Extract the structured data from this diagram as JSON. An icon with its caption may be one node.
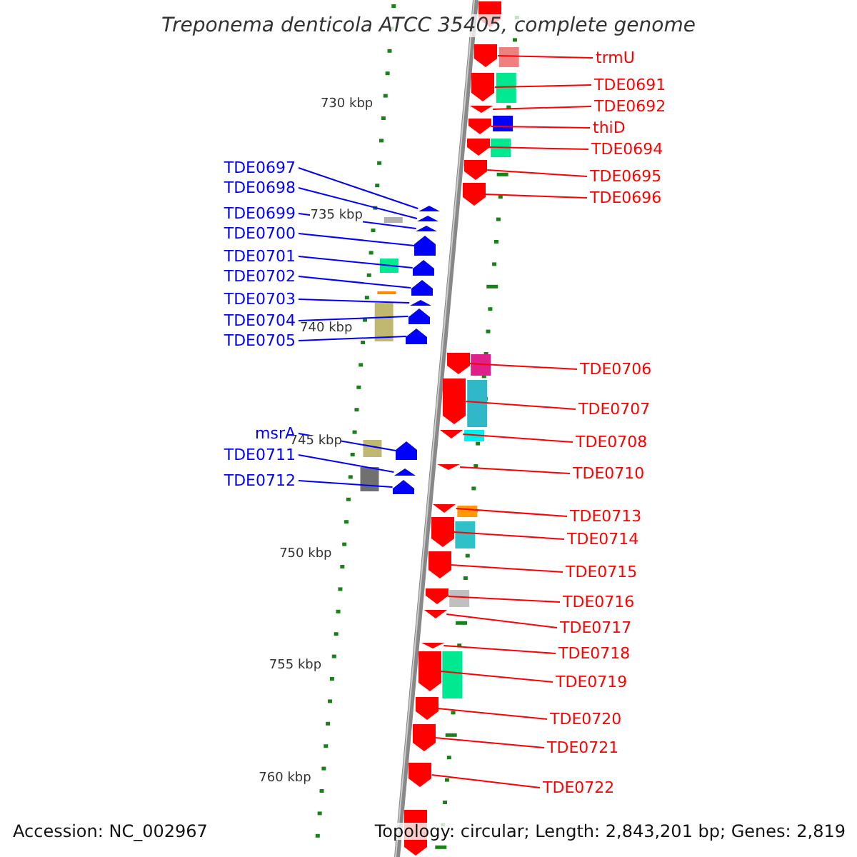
{
  "diagram": {
    "title": "Treponema denticola ATCC 35405, complete genome",
    "nodes": [
      {
        "text": [
          "trmU"
        ]
      },
      {
        "text": [
          "TDE0691"
        ]
      },
      {
        "text": [
          "TDE0692"
        ]
      },
      {
        "text": [
          "thiD"
        ]
      },
      {
        "text": [
          "TDE0694"
        ]
      },
      {
        "text": [
          "TDE0695"
        ]
      },
      {
        "text": [
          "TDE0696"
        ]
      },
      {
        "text": [
          "TDE0706"
        ]
      },
      {
        "text": [
          "TDE0707"
        ]
      },
      {
        "text": [
          "TDE0708"
        ]
      },
      {
        "text": [
          "TDE0710"
        ]
      },
      {
        "text": [
          "TDE0713"
        ]
      },
      {
        "text": [
          "TDE0714"
        ]
      },
      {
        "text": [
          "TDE0715"
        ]
      },
      {
        "text": [
          "TDE0716"
        ]
      },
      {
        "text": [
          "TDE0717"
        ]
      },
      {
        "text": [
          "TDE0718"
        ]
      },
      {
        "text": [
          "TDE0719"
        ]
      },
      {
        "text": [
          "TDE0720"
        ]
      },
      {
        "text": [
          "TDE0721"
        ]
      },
      {
        "text": [
          "TDE0722"
        ]
      },
      {
        "text": [
          "TDE0697"
        ]
      },
      {
        "text": [
          "TDE0698"
        ]
      },
      {
        "text": [
          "TDE0699"
        ]
      },
      {
        "text": [
          "TDE0700"
        ]
      },
      {
        "text": [
          "TDE0701"
        ]
      },
      {
        "text": [
          "TDE0702"
        ]
      },
      {
        "text": [
          "TDE0703"
        ]
      },
      {
        "text": [
          "TDE0704"
        ]
      },
      {
        "text": [
          "TDE0705"
        ]
      },
      {
        "text": [
          "msrA"
        ]
      },
      {
        "text": [
          "TDE0711"
        ]
      },
      {
        "text": [
          "TDE0712"
        ]
      },
      {
        "text": [],
        "shape": "arrow"
      },
      {
        "text": [],
        "shape": "arrow"
      },
      {
        "text": [],
        "shape": "arrow"
      },
      {
        "text": [],
        "shape": "arrow"
      },
      {
        "text": [],
        "shape": "arrow"
      },
      {
        "text": [],
        "shape": "arrow"
      },
      {
        "text": [],
        "shape": "arrow"
      },
      {
        "text": [],
        "shape": "arrow"
      },
      {
        "text": [],
        "shape": "arrow"
      },
      {
        "text": [],
        "shape": "arrow"
      },
      {
        "text": [],
        "shape": "arrow"
      },
      {
        "text": [],
        "shape": "arrow"
      },
      {
        "text": [],
        "shape": "arrow"
      },
      {
        "text": [],
        "shape": "arrow"
      },
      {
        "text": [],
        "shape": "arrow"
      },
      {
        "text": [],
        "shape": "arrow"
      },
      {
        "text": [],
        "shape": "arrow"
      },
      {
        "text": [],
        "shape": "arrow"
      },
      {
        "text": [],
        "shape": "arrow"
      },
      {
        "text": [],
        "shape": "arrow"
      },
      {
        "text": [],
        "shape": "arrow"
      },
      {
        "text": [],
        "shape": "arrow"
      },
      {
        "text": [],
        "shape": "arrow"
      },
      {
        "text": [],
        "shape": "arrow"
      },
      {
        "text": [],
        "shape": "arrow"
      },
      {
        "text": [],
        "shape": "arrow"
      },
      {
        "text": [],
        "shape": "arrow"
      },
      {
        "text": [],
        "shape": "arrow"
      },
      {
        "text": [],
        "shape": "arrow"
      },
      {
        "text": [],
        "shape": "arrow"
      },
      {
        "text": [],
        "shape": "arrow"
      },
      {
        "text": [],
        "shape": "arrow"
      },
      {
        "text": [],
        "shape": "arrow"
      },
      {
        "text": [],
        "shape": "arrow"
      },
      {
        "text": [],
        "shape": "arrow"
      }
    ],
    "edges": [
      {
        "from": 0,
        "to": 33,
        "arrow": "none"
      },
      {
        "from": 1,
        "to": 34,
        "arrow": "none"
      },
      {
        "from": 2,
        "to": 35,
        "arrow": "none"
      },
      {
        "from": 3,
        "to": 36,
        "arrow": "none"
      },
      {
        "from": 4,
        "to": 37,
        "arrow": "none"
      },
      {
        "from": 5,
        "to": 38,
        "arrow": "none"
      },
      {
        "from": 6,
        "to": 39,
        "arrow": "none"
      },
      {
        "from": 7,
        "to": 40,
        "arrow": "none"
      },
      {
        "from": 8,
        "to": 41,
        "arrow": "none"
      },
      {
        "from": 9,
        "to": 42,
        "arrow": "none"
      },
      {
        "from": 10,
        "to": 43,
        "arrow": "none"
      },
      {
        "from": 11,
        "to": 44,
        "arrow": "none"
      },
      {
        "from": 12,
        "to": 45,
        "arrow": "none"
      },
      {
        "from": 13,
        "to": 46,
        "arrow": "none"
      },
      {
        "from": 14,
        "to": 47,
        "arrow": "none"
      },
      {
        "from": 15,
        "to": 48,
        "arrow": "none"
      },
      {
        "from": 16,
        "to": 49,
        "arrow": "none"
      },
      {
        "from": 17,
        "to": 50,
        "arrow": "none"
      },
      {
        "from": 18,
        "to": 51,
        "arrow": "none"
      },
      {
        "from": 19,
        "to": 52,
        "arrow": "none"
      },
      {
        "from": 20,
        "to": 53,
        "arrow": "none"
      },
      {
        "from": 21,
        "to": 54,
        "arrow": "none",
        "color": "#0000ff"
      },
      {
        "from": 22,
        "to": 55,
        "arrow": "none",
        "color": "#0000ff"
      },
      {
        "from": 23,
        "to": 56,
        "arrow": "none",
        "color": "#0000ff"
      },
      {
        "from": 24,
        "to": 57,
        "arrow": "none",
        "color": "#0000ff"
      },
      {
        "from": 25,
        "to": 58,
        "arrow": "none",
        "color": "#0000ff"
      },
      {
        "from": 26,
        "to": 59,
        "arrow": "none",
        "color": "#0000ff"
      },
      {
        "from": 27,
        "to": 60,
        "arrow": "none",
        "color": "#0000ff"
      },
      {
        "from": 28,
        "to": 61,
        "arrow": "none",
        "color": "#0000ff"
      },
      {
        "from": 29,
        "to": 62,
        "arrow": "none",
        "color": "#0000ff"
      },
      {
        "from": 30,
        "to": 63,
        "arrow": "none",
        "color": "#0000ff"
      },
      {
        "from": 31,
        "to": 64,
        "arrow": "none",
        "color": "#0000ff"
      },
      {
        "from": 32,
        "to": 65,
        "arrow": "none",
        "color": "#0000ff"
      }
    ],
    "labels": [
      "730 kbp",
      "735 kbp",
      "740 kbp",
      "745 kbp",
      "750 kbp",
      "755 kbp",
      "760 kbp",
      "Accession: NC_002967",
      "Topology: circular; Length: 2,843,201 bp; Genes: 2,819"
    ]
  }
}
